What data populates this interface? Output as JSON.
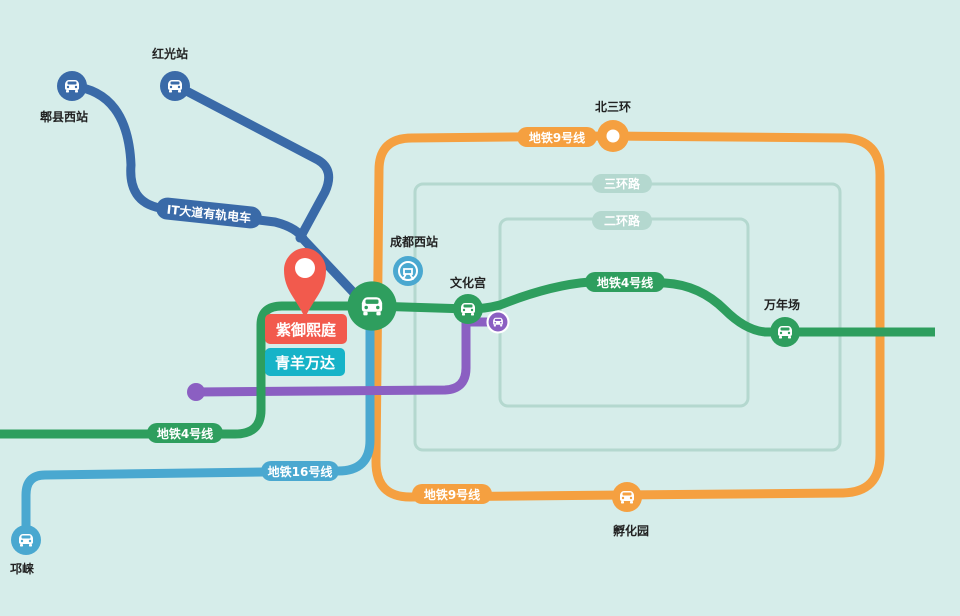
{
  "colors": {
    "background": "#d6edea",
    "line_orange": "#f5a040",
    "line_green": "#2e9e5e",
    "line_navy": "#3a6aa8",
    "line_lightblue": "#4aa8d0",
    "line_purple": "#8b5fc2",
    "ring": "#b4d8cf",
    "marker_red": "#f25a4d",
    "callout_teal": "#16b3c8"
  },
  "rings": {
    "third": "三环路",
    "second": "二环路"
  },
  "lines": {
    "metro9_top": "地铁9号线",
    "metro9_bottom": "地铁9号线",
    "metro4_center": "地铁4号线",
    "metro4_left": "地铁4号线",
    "metro16": "地铁16号线",
    "tram": "IT大道有轨电车"
  },
  "stations": {
    "hongguang": "红光站",
    "pixian_west": "郫县西站",
    "chengdu_west": "成都西站",
    "wenhuagong": "文化宫",
    "beisanhuan": "北三环",
    "wannianchang": "万年场",
    "fuhuayuan": "孵化园",
    "qionglai": "邛崃"
  },
  "callouts": {
    "primary": "紫御熙庭",
    "secondary": "青羊万达"
  },
  "icons": {
    "station": "bus-icon",
    "rail": "train-station-icon",
    "marker": "location-pin-icon"
  }
}
